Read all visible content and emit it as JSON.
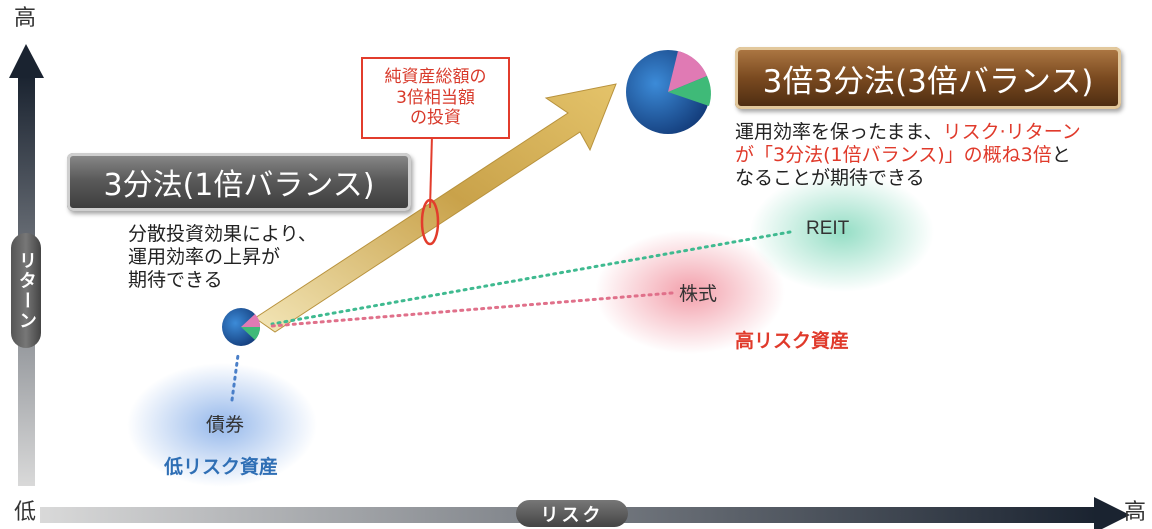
{
  "axes": {
    "y_top_label": "高",
    "y_title": "リターン",
    "origin_label": "低",
    "x_title": "リスク",
    "x_end_label": "高"
  },
  "left_concept": {
    "banner": "3分法(1倍バランス)",
    "description": [
      "分散投資効果により、",
      "運用効率の上昇が",
      "期待できる"
    ]
  },
  "right_concept": {
    "banner": "3倍3分法(3倍バランス)",
    "description_line1_a": "運用効率を保ったまま、",
    "description_line1_b": "リスク·リターン",
    "description_line2_a": "が「3分法(1倍バランス)」の概ね3倍",
    "description_line2_b": "と",
    "description_line3": "なることが期待できる"
  },
  "callout": {
    "lines": [
      "純資産総額の",
      "3倍相当額",
      "の投資"
    ]
  },
  "assets": {
    "bond": "債券",
    "low_risk": "低リスク資産",
    "equity": "株式",
    "reit": "REIT",
    "high_risk": "高リスク資産"
  },
  "colors": {
    "callout_red": "#e03a2b",
    "low_risk_blue": "#2f6fb5",
    "bond_glow": "#8fb4ea",
    "equity_glow": "#f29aa6",
    "reit_glow": "#8fdcc2",
    "arrow_gold": "#c9a24a",
    "pie_blue": "#1b4f9e",
    "pie_pink": "#e07ab4",
    "pie_green": "#3fba78"
  }
}
